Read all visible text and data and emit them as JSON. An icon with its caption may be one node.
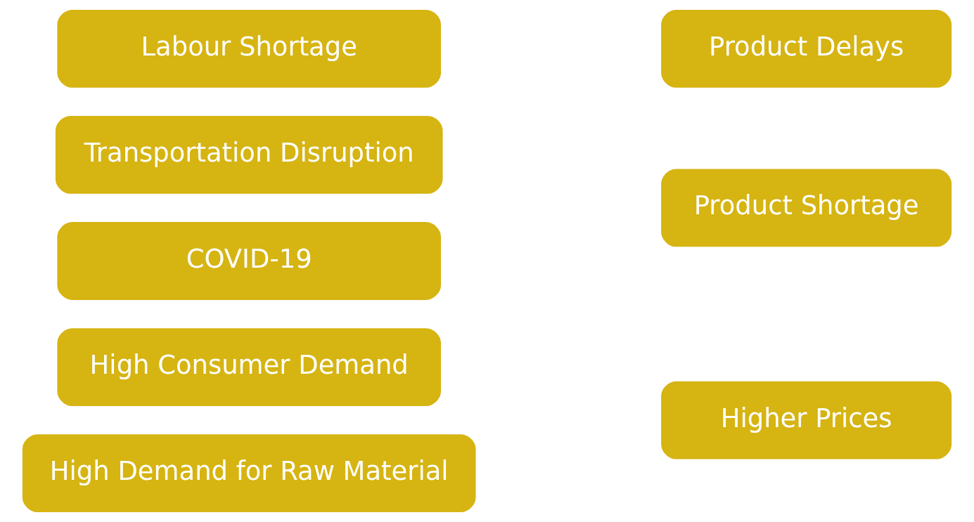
{
  "diagram": {
    "nodes": [
      {
        "text": [
          "High Consumer Demand"
        ]
      },
      {
        "text": [
          "High Demand for Raw Material"
        ]
      },
      {
        "text": [
          "Transportation Disruption"
        ]
      },
      {
        "text": [
          "COVID-19"
        ]
      },
      {
        "text": [
          "Labour Shortage"
        ]
      },
      {
        "text": [
          "Higher Prices"
        ]
      },
      {
        "text": [
          "Product Shortage"
        ]
      },
      {
        "text": [
          "Product Delays"
        ]
      }
    ],
    "edges": []
  }
}
